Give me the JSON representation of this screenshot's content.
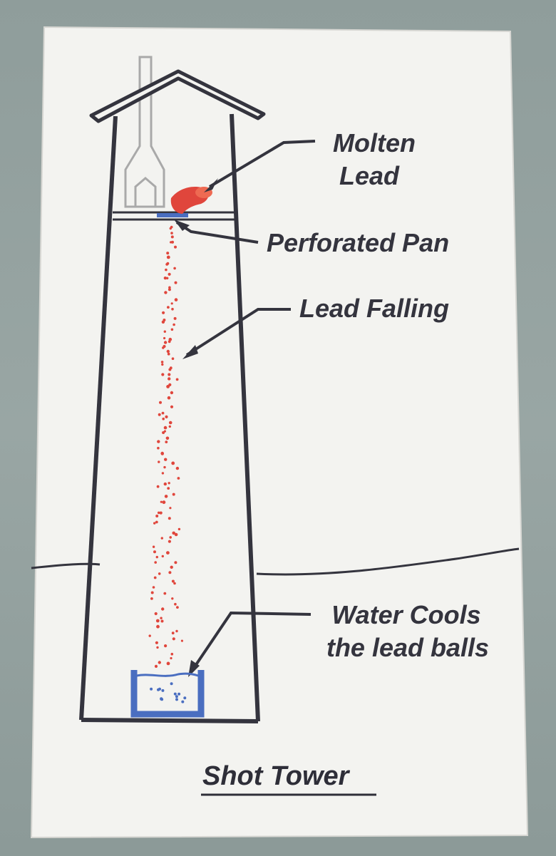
{
  "diagram": {
    "title": "Shot Tower",
    "labels": {
      "molten_lead_line1": "Molten",
      "molten_lead_line2": "Lead",
      "perforated_pan": "Perforated Pan",
      "lead_falling": "Lead Falling",
      "water_cools_line1": "Water Cools",
      "water_cools_line2": "the lead balls"
    },
    "colors": {
      "sign_background": "#f3f3f0",
      "outline": "#34343e",
      "lead": "#e0463c",
      "water": "#4a6ec0",
      "chimney": "#a9a9a9"
    }
  }
}
